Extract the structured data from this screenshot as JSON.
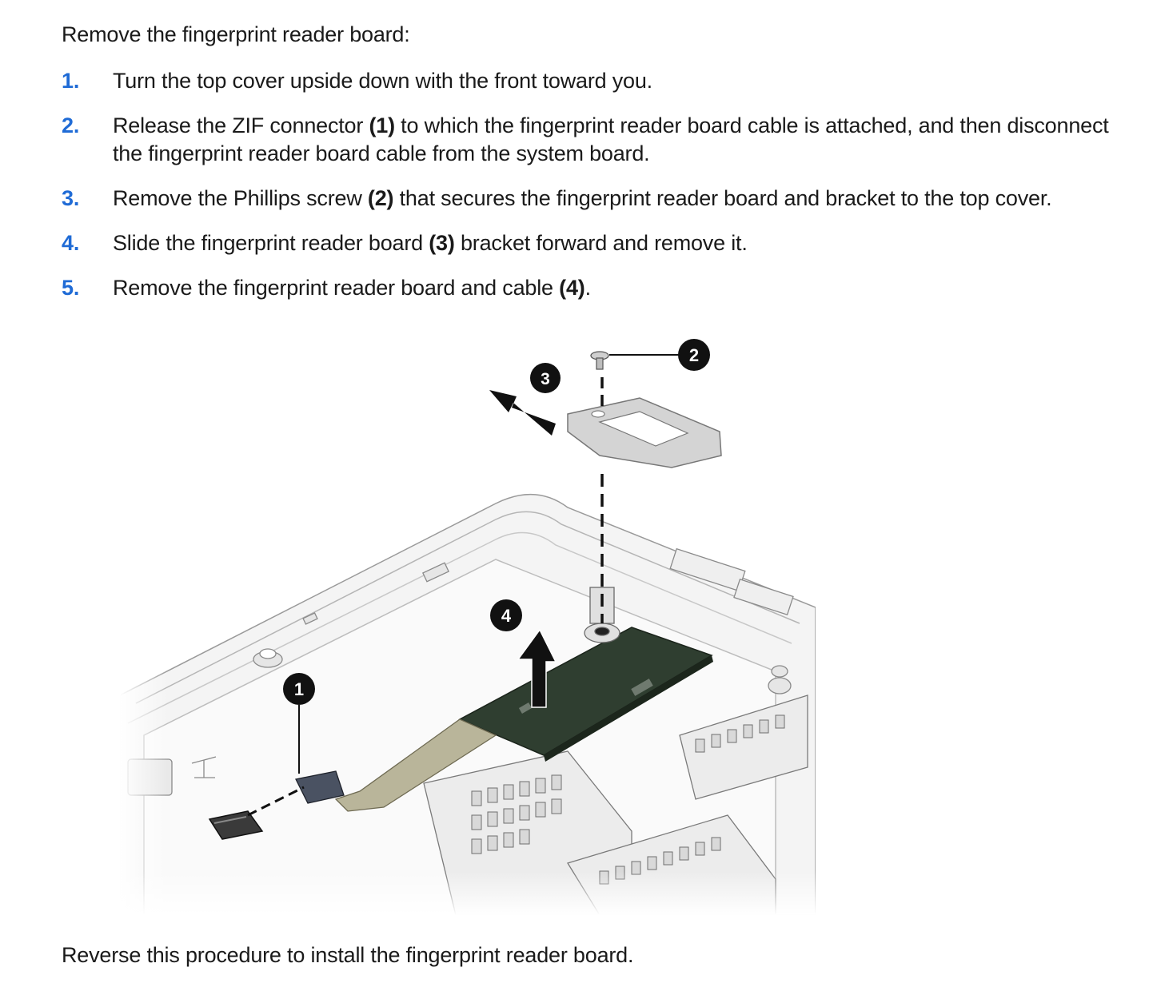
{
  "intro": "Remove the fingerprint reader board:",
  "steps": [
    {
      "num": "1.",
      "parts": [
        {
          "t": "Turn the top cover upside down with the front toward you.",
          "b": false
        }
      ]
    },
    {
      "num": "2.",
      "parts": [
        {
          "t": "Release the ZIF connector ",
          "b": false
        },
        {
          "t": "(1)",
          "b": true
        },
        {
          "t": " to which the fingerprint reader board cable is attached, and then disconnect the fingerprint reader board cable from the system board.",
          "b": false
        }
      ]
    },
    {
      "num": "3.",
      "parts": [
        {
          "t": "Remove the Phillips screw ",
          "b": false
        },
        {
          "t": "(2)",
          "b": true
        },
        {
          "t": " that secures the fingerprint reader board and bracket to the top cover.",
          "b": false
        }
      ]
    },
    {
      "num": "4.",
      "parts": [
        {
          "t": "Slide the fingerprint reader board ",
          "b": false
        },
        {
          "t": "(3)",
          "b": true
        },
        {
          "t": " bracket forward and remove it.",
          "b": false
        }
      ]
    },
    {
      "num": "5.",
      "parts": [
        {
          "t": "Remove the fingerprint reader board and cable ",
          "b": false
        },
        {
          "t": "(4)",
          "b": true
        },
        {
          "t": ".",
          "b": false
        }
      ]
    }
  ],
  "figure": {
    "callouts": [
      "1",
      "2",
      "3",
      "4"
    ]
  },
  "outro": "Reverse this procedure to install the fingerprint reader board.",
  "colors": {
    "step_number": "#1f6bd6",
    "text": "#1a1a1a",
    "board": "#2f3e30",
    "cable": "#b9b59a"
  }
}
